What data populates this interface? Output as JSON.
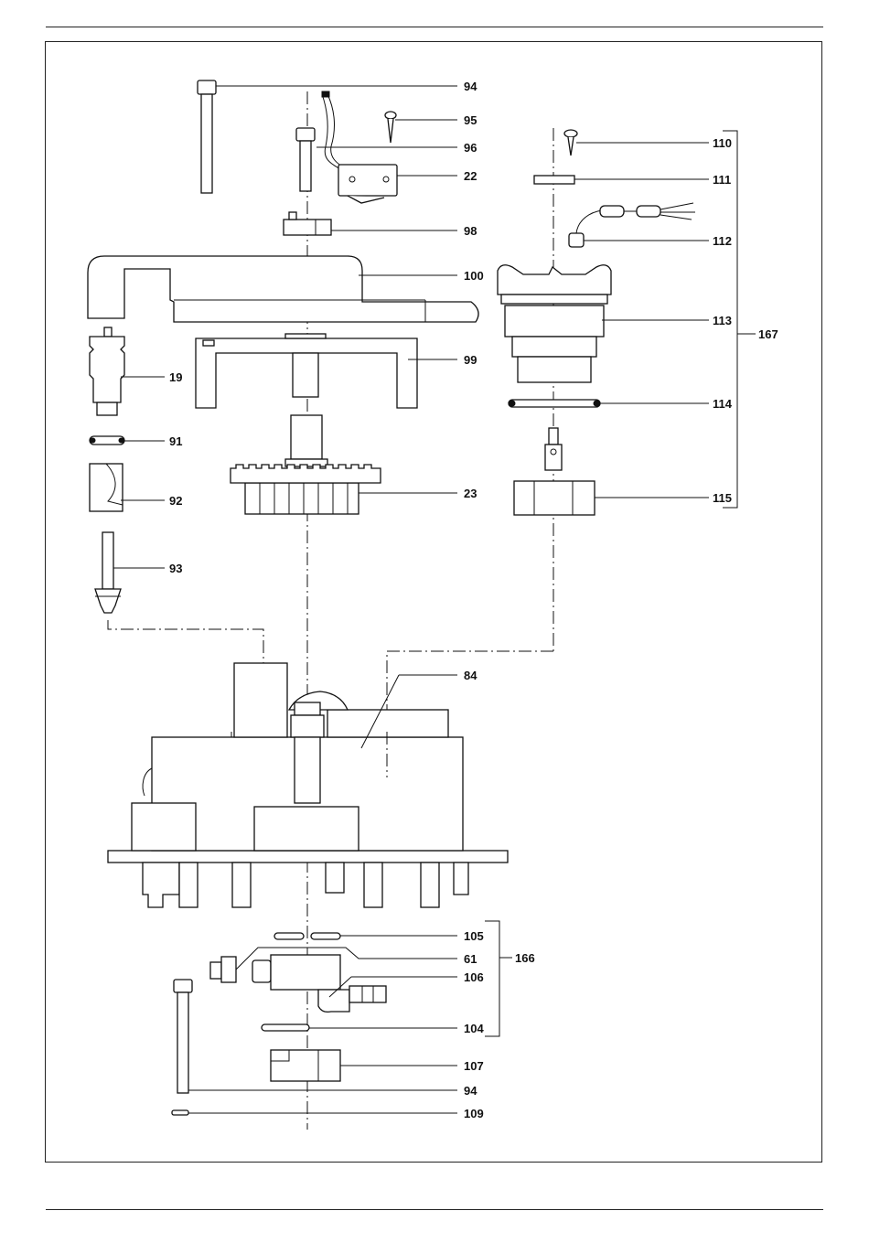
{
  "diagram": {
    "labels": {
      "p94_top": "94",
      "p95": "95",
      "p96": "96",
      "p22": "22",
      "p98": "98",
      "p100": "100",
      "p19": "19",
      "p99": "99",
      "p91": "91",
      "p92": "92",
      "p23": "23",
      "p93": "93",
      "p110": "110",
      "p111": "111",
      "p112": "112",
      "p113": "113",
      "p167": "167",
      "p114": "114",
      "p115": "115",
      "p84": "84",
      "p105": "105",
      "p61": "61",
      "p166": "166",
      "p106": "106",
      "p104": "104",
      "p107": "107",
      "p94_bottom": "94",
      "p109": "109"
    }
  }
}
